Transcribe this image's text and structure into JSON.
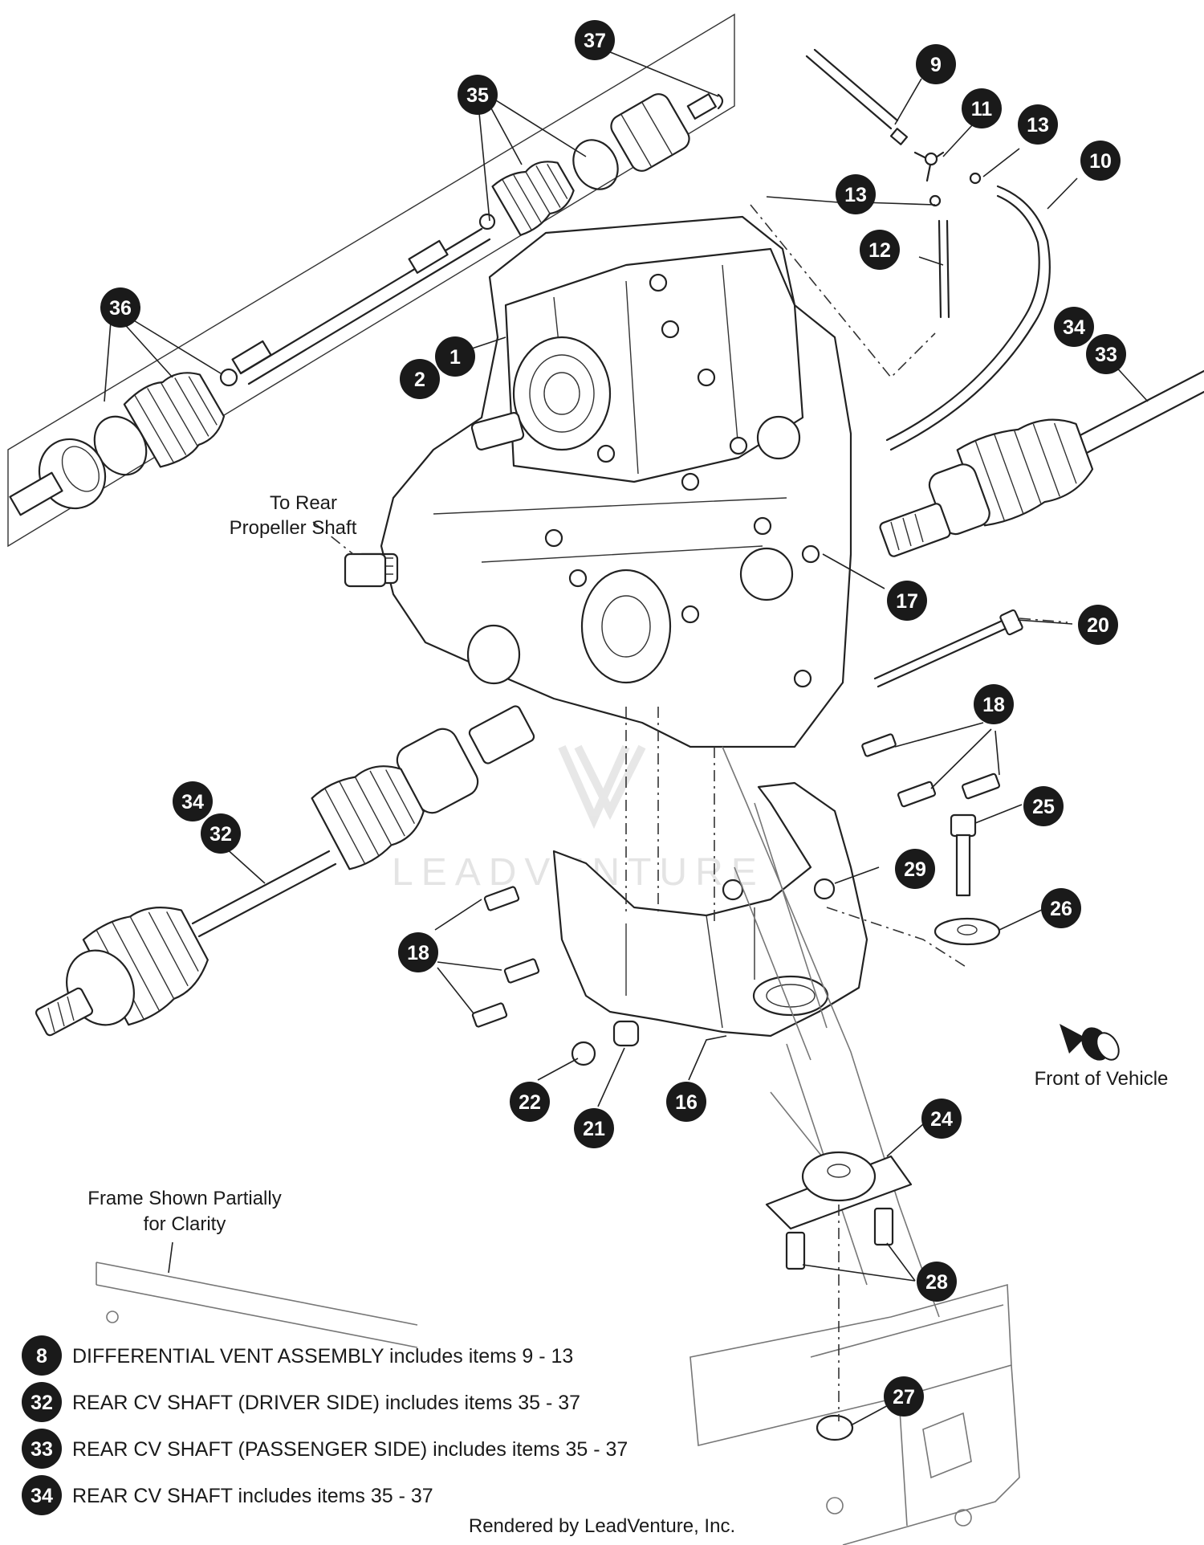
{
  "labels": {
    "to_rear_line1": "To Rear",
    "to_rear_line2": "Propeller Shaft",
    "front_of_vehicle": "Front of Vehicle",
    "frame_note_line1": "Frame Shown Partially",
    "frame_note_line2": "for Clarity",
    "rendered_by": "Rendered by LeadVenture, Inc.",
    "watermark": "LEADVENTURE"
  },
  "callouts": [
    "37",
    "35",
    "9",
    "11",
    "13",
    "13",
    "10",
    "12",
    "36",
    "1",
    "2",
    "34",
    "33",
    "17",
    "20",
    "34",
    "32",
    "18",
    "25",
    "29",
    "26",
    "18",
    "22",
    "21",
    "16",
    "24",
    "28",
    "27"
  ],
  "legend": [
    {
      "num": "8",
      "text": "DIFFERENTIAL VENT ASSEMBLY includes items 9 - 13"
    },
    {
      "num": "32",
      "text": "REAR CV SHAFT (DRIVER SIDE) includes items 35 - 37"
    },
    {
      "num": "33",
      "text": "REAR CV SHAFT (PASSENGER SIDE) includes items 35 - 37"
    },
    {
      "num": "34",
      "text": "REAR CV SHAFT includes items 35 - 37"
    }
  ]
}
